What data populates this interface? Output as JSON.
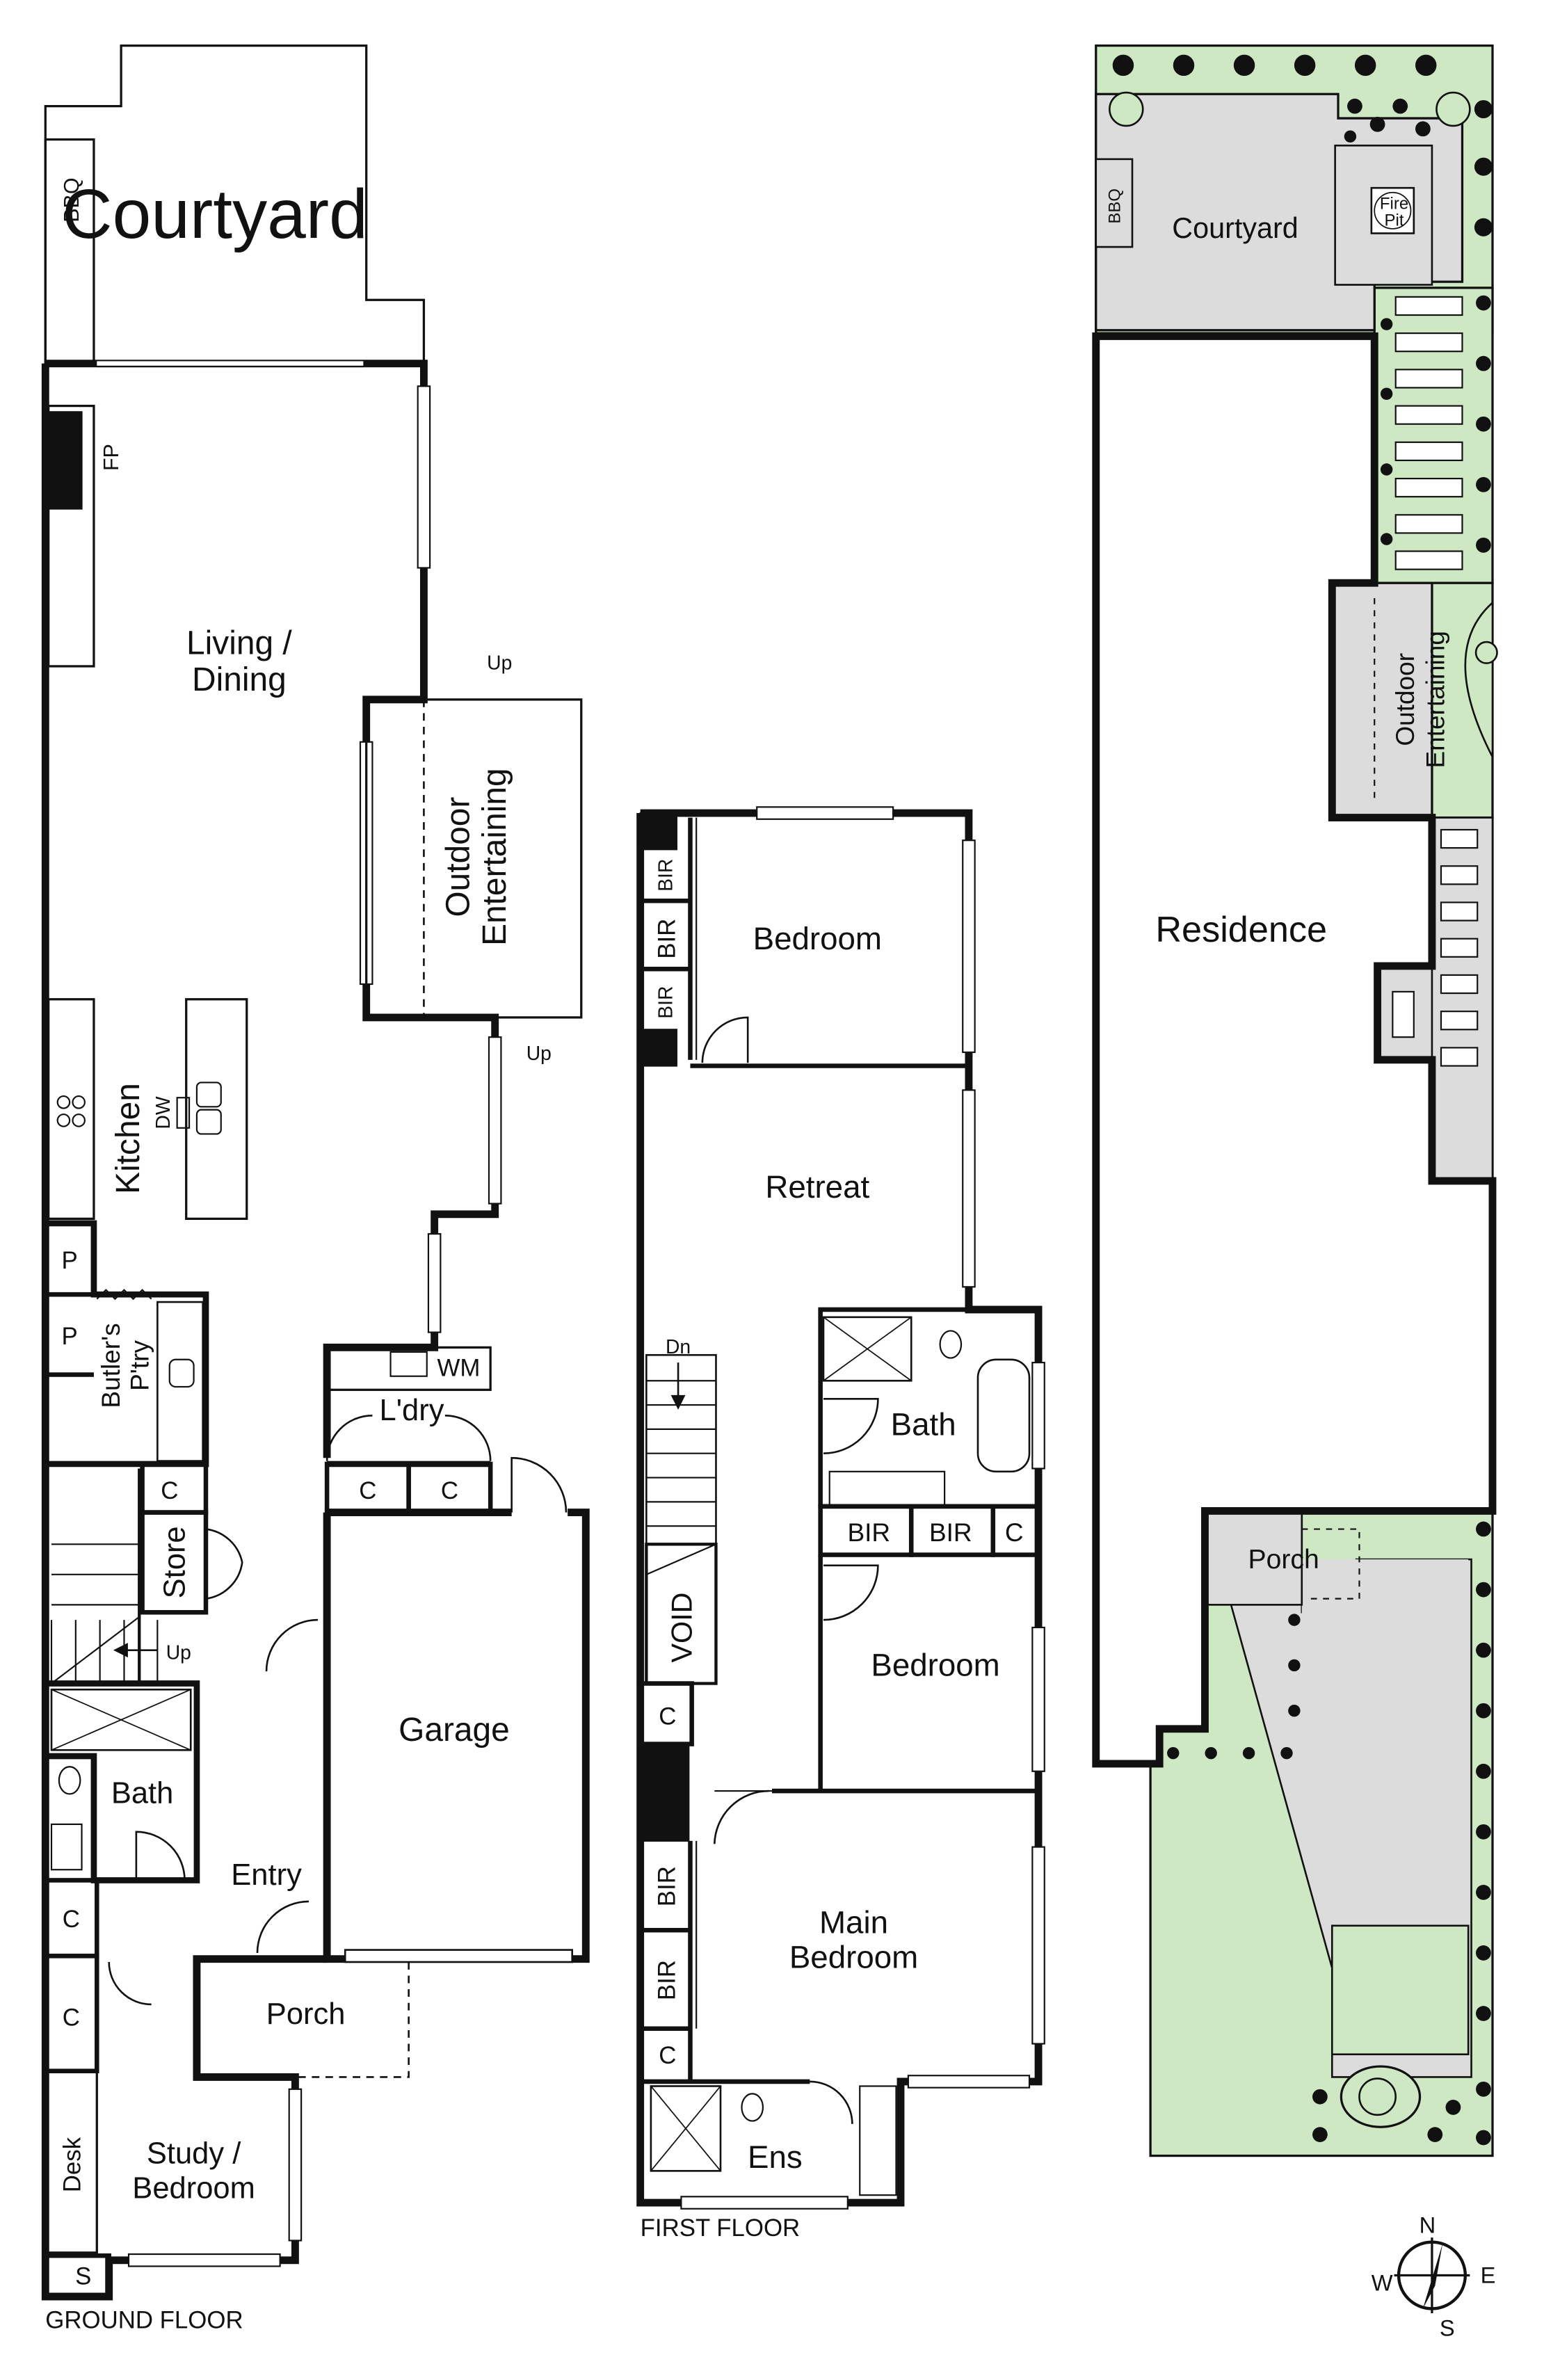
{
  "ground_floor": {
    "caption": "GROUND FLOOR",
    "rooms": {
      "courtyard": "Courtyard",
      "bbq": "BBQ",
      "fp": "FP",
      "living_1": "Living /",
      "living_2": "Dining",
      "outdoor_1": "Outdoor",
      "outdoor_2": "Entertaining",
      "up_top": "Up",
      "up_bottom": "Up",
      "kitchen": "Kitchen",
      "dw": "DW",
      "p1": "P",
      "p2": "P",
      "butlers_1": "Butler's",
      "butlers_2": "P'try",
      "wm": "WM",
      "laundry": "L'dry",
      "c_ldry_1": "C",
      "c_ldry_2": "C",
      "c_store": "C",
      "store": "Store",
      "up_stairs": "Up",
      "garage": "Garage",
      "bath": "Bath",
      "entry": "Entry",
      "c_hall_1": "C",
      "c_hall_2": "C",
      "porch": "Porch",
      "desk": "Desk",
      "study_1": "Study /",
      "study_2": "Bedroom",
      "s": "S"
    }
  },
  "first_floor": {
    "caption": "FIRST FLOOR",
    "rooms": {
      "bir_1": "BIR",
      "bir_2": "BIR",
      "bir_3": "BIR",
      "bedroom_top": "Bedroom",
      "retreat": "Retreat",
      "dn": "Dn",
      "bath": "Bath",
      "bir_4": "BIR",
      "bir_5": "BIR",
      "c_1": "C",
      "void": "VOID",
      "bedroom_mid": "Bedroom",
      "c_2": "C",
      "bir_6": "BIR",
      "bir_7": "BIR",
      "c_3": "C",
      "main_1": "Main",
      "main_2": "Bedroom",
      "ens": "Ens"
    }
  },
  "site_plan": {
    "courtyard": "Courtyard",
    "bbq": "BBQ",
    "fire_1": "Fire",
    "fire_2": "Pit",
    "outdoor_1": "Outdoor",
    "outdoor_2": "Entertaining",
    "residence": "Residence",
    "porch": "Porch"
  },
  "compass": {
    "n": "N",
    "e": "E",
    "s": "S",
    "w": "W"
  },
  "colors": {
    "wall": "#111111",
    "garden": "#cfe8c4",
    "paving": "#dcdcdc",
    "background": "#ffffff"
  }
}
